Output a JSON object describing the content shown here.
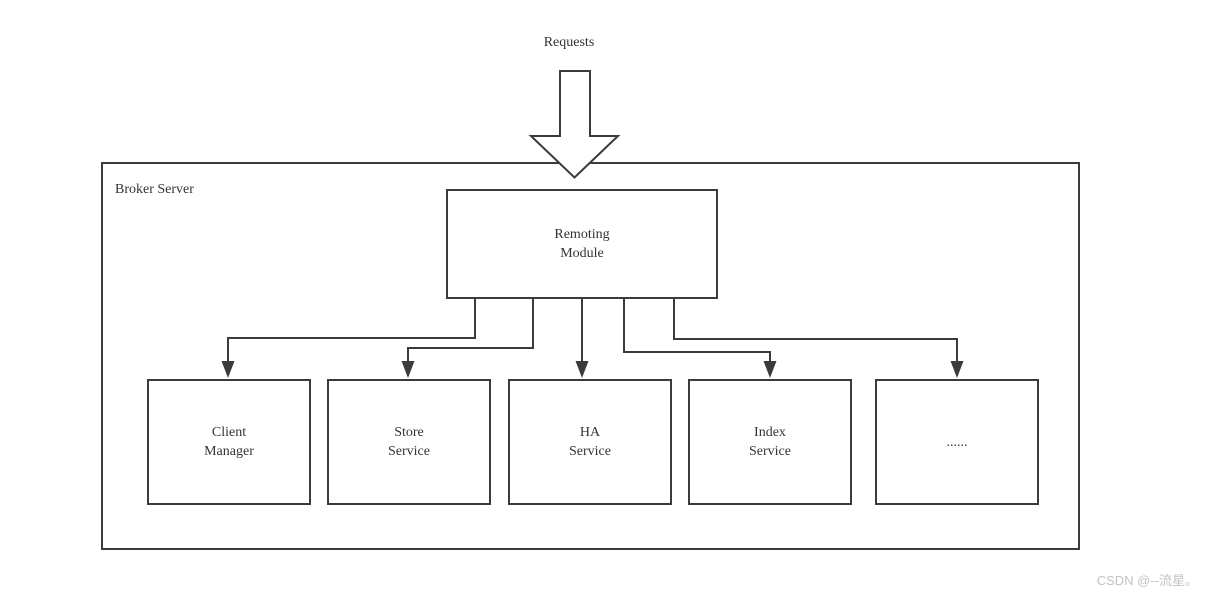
{
  "diagram": {
    "requests_label": "Requests",
    "broker": {
      "label": "Broker Server"
    },
    "remoting": {
      "line1": "Remoting",
      "line2": "Module"
    },
    "services": [
      {
        "id": "client-manager",
        "line1": "Client",
        "line2": "Manager"
      },
      {
        "id": "store-service",
        "line1": "Store",
        "line2": "Service"
      },
      {
        "id": "ha-service",
        "line1": "HA",
        "line2": "Service"
      },
      {
        "id": "index-service",
        "line1": "Index",
        "line2": "Service"
      },
      {
        "id": "more-services",
        "line1": "......",
        "line2": ""
      }
    ],
    "edges": [
      {
        "from": "requests",
        "to": "remoting-module"
      },
      {
        "from": "remoting-module",
        "to": "client-manager"
      },
      {
        "from": "remoting-module",
        "to": "store-service"
      },
      {
        "from": "remoting-module",
        "to": "ha-service"
      },
      {
        "from": "remoting-module",
        "to": "index-service"
      },
      {
        "from": "remoting-module",
        "to": "more-services"
      }
    ],
    "colors": {
      "line": "#3b3b3b",
      "text": "#333333",
      "background": "#ffffff",
      "watermark": "#c3c3c7"
    }
  },
  "watermark": {
    "text": "CSDN @--流星。"
  }
}
